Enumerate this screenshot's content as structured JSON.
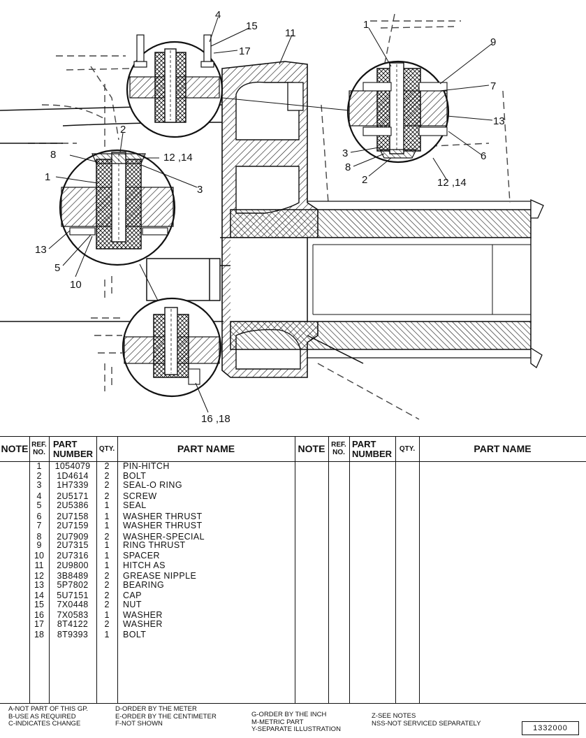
{
  "callouts": [
    {
      "id": "c4",
      "text": "4"
    },
    {
      "id": "c15",
      "text": "15"
    },
    {
      "id": "c17",
      "text": "17"
    },
    {
      "id": "c11",
      "text": "11"
    },
    {
      "id": "c1a",
      "text": "1"
    },
    {
      "id": "c9",
      "text": "9"
    },
    {
      "id": "c7",
      "text": "7"
    },
    {
      "id": "c13a",
      "text": "13"
    },
    {
      "id": "c6",
      "text": "6"
    },
    {
      "id": "c3a",
      "text": "3"
    },
    {
      "id": "c8a",
      "text": "8"
    },
    {
      "id": "c2a",
      "text": "2"
    },
    {
      "id": "c1214a",
      "text": "12 ,14"
    },
    {
      "id": "c2b",
      "text": "2"
    },
    {
      "id": "c8b",
      "text": "8"
    },
    {
      "id": "c1214b",
      "text": "12 ,14"
    },
    {
      "id": "c1b",
      "text": "1"
    },
    {
      "id": "c3b",
      "text": "3"
    },
    {
      "id": "c13b",
      "text": "13"
    },
    {
      "id": "c5",
      "text": "5"
    },
    {
      "id": "c10",
      "text": "10"
    },
    {
      "id": "c1618",
      "text": "16 ,18"
    }
  ],
  "table": {
    "headers": {
      "note": "NOTE",
      "ref_no_1": "REF.",
      "ref_no_2": "NO.",
      "part_number_1": "PART",
      "part_number_2": "NUMBER",
      "qty": "QTY.",
      "part_name": "PART NAME"
    },
    "rows": [
      {
        "ref": "1",
        "part_number": "1054079",
        "qty": "2",
        "name": "PIN-HITCH"
      },
      {
        "ref": "2",
        "part_number": "1D4614",
        "qty": "2",
        "name": "BOLT"
      },
      {
        "ref": "3",
        "part_number": "1H7339",
        "qty": "2",
        "name": "SEAL-O RING"
      },
      {
        "ref": "4",
        "part_number": "2U5171",
        "qty": "2",
        "name": "SCREW"
      },
      {
        "ref": "5",
        "part_number": "2U5386",
        "qty": "1",
        "name": "SEAL"
      },
      {
        "ref": "6",
        "part_number": "2U7158",
        "qty": "1",
        "name": "WASHER THRUST"
      },
      {
        "ref": "7",
        "part_number": "2U7159",
        "qty": "1",
        "name": "WASHER THRUST"
      },
      {
        "ref": "8",
        "part_number": "2U7909",
        "qty": "2",
        "name": "WASHER-SPECIAL"
      },
      {
        "ref": "9",
        "part_number": "2U7315",
        "qty": "1",
        "name": "RING THRUST"
      },
      {
        "ref": "10",
        "part_number": "2U7316",
        "qty": "1",
        "name": "SPACER"
      },
      {
        "ref": "11",
        "part_number": "2U9800",
        "qty": "1",
        "name": "HITCH AS"
      },
      {
        "ref": "12",
        "part_number": "3B8489",
        "qty": "2",
        "name": "GREASE NIPPLE"
      },
      {
        "ref": "13",
        "part_number": "5P7802",
        "qty": "2",
        "name": "BEARING"
      },
      {
        "ref": "14",
        "part_number": "5U7151",
        "qty": "2",
        "name": "CAP"
      },
      {
        "ref": "15",
        "part_number": "7X0448",
        "qty": "2",
        "name": "NUT"
      },
      {
        "ref": "16",
        "part_number": "7X0583",
        "qty": "1",
        "name": "WASHER"
      },
      {
        "ref": "17",
        "part_number": "8T4122",
        "qty": "2",
        "name": "WASHER"
      },
      {
        "ref": "18",
        "part_number": "8T9393",
        "qty": "1",
        "name": "BOLT"
      }
    ]
  },
  "legend": {
    "col1": [
      "A-NOT PART OF THIS GP.",
      "B-USE AS REQUIRED",
      "C-INDICATES CHANGE"
    ],
    "col2": [
      "D-ORDER BY THE METER",
      "E-ORDER BY THE CENTIMETER",
      "F-NOT SHOWN"
    ],
    "col3": [
      "G-ORDER BY THE INCH",
      "M-METRIC PART",
      "Y-SEPARATE ILLUSTRATION"
    ],
    "col4": [
      "Z-SEE NOTES",
      "NSS-NOT SERVICED SEPARATELY"
    ]
  },
  "document_number": "1332000"
}
